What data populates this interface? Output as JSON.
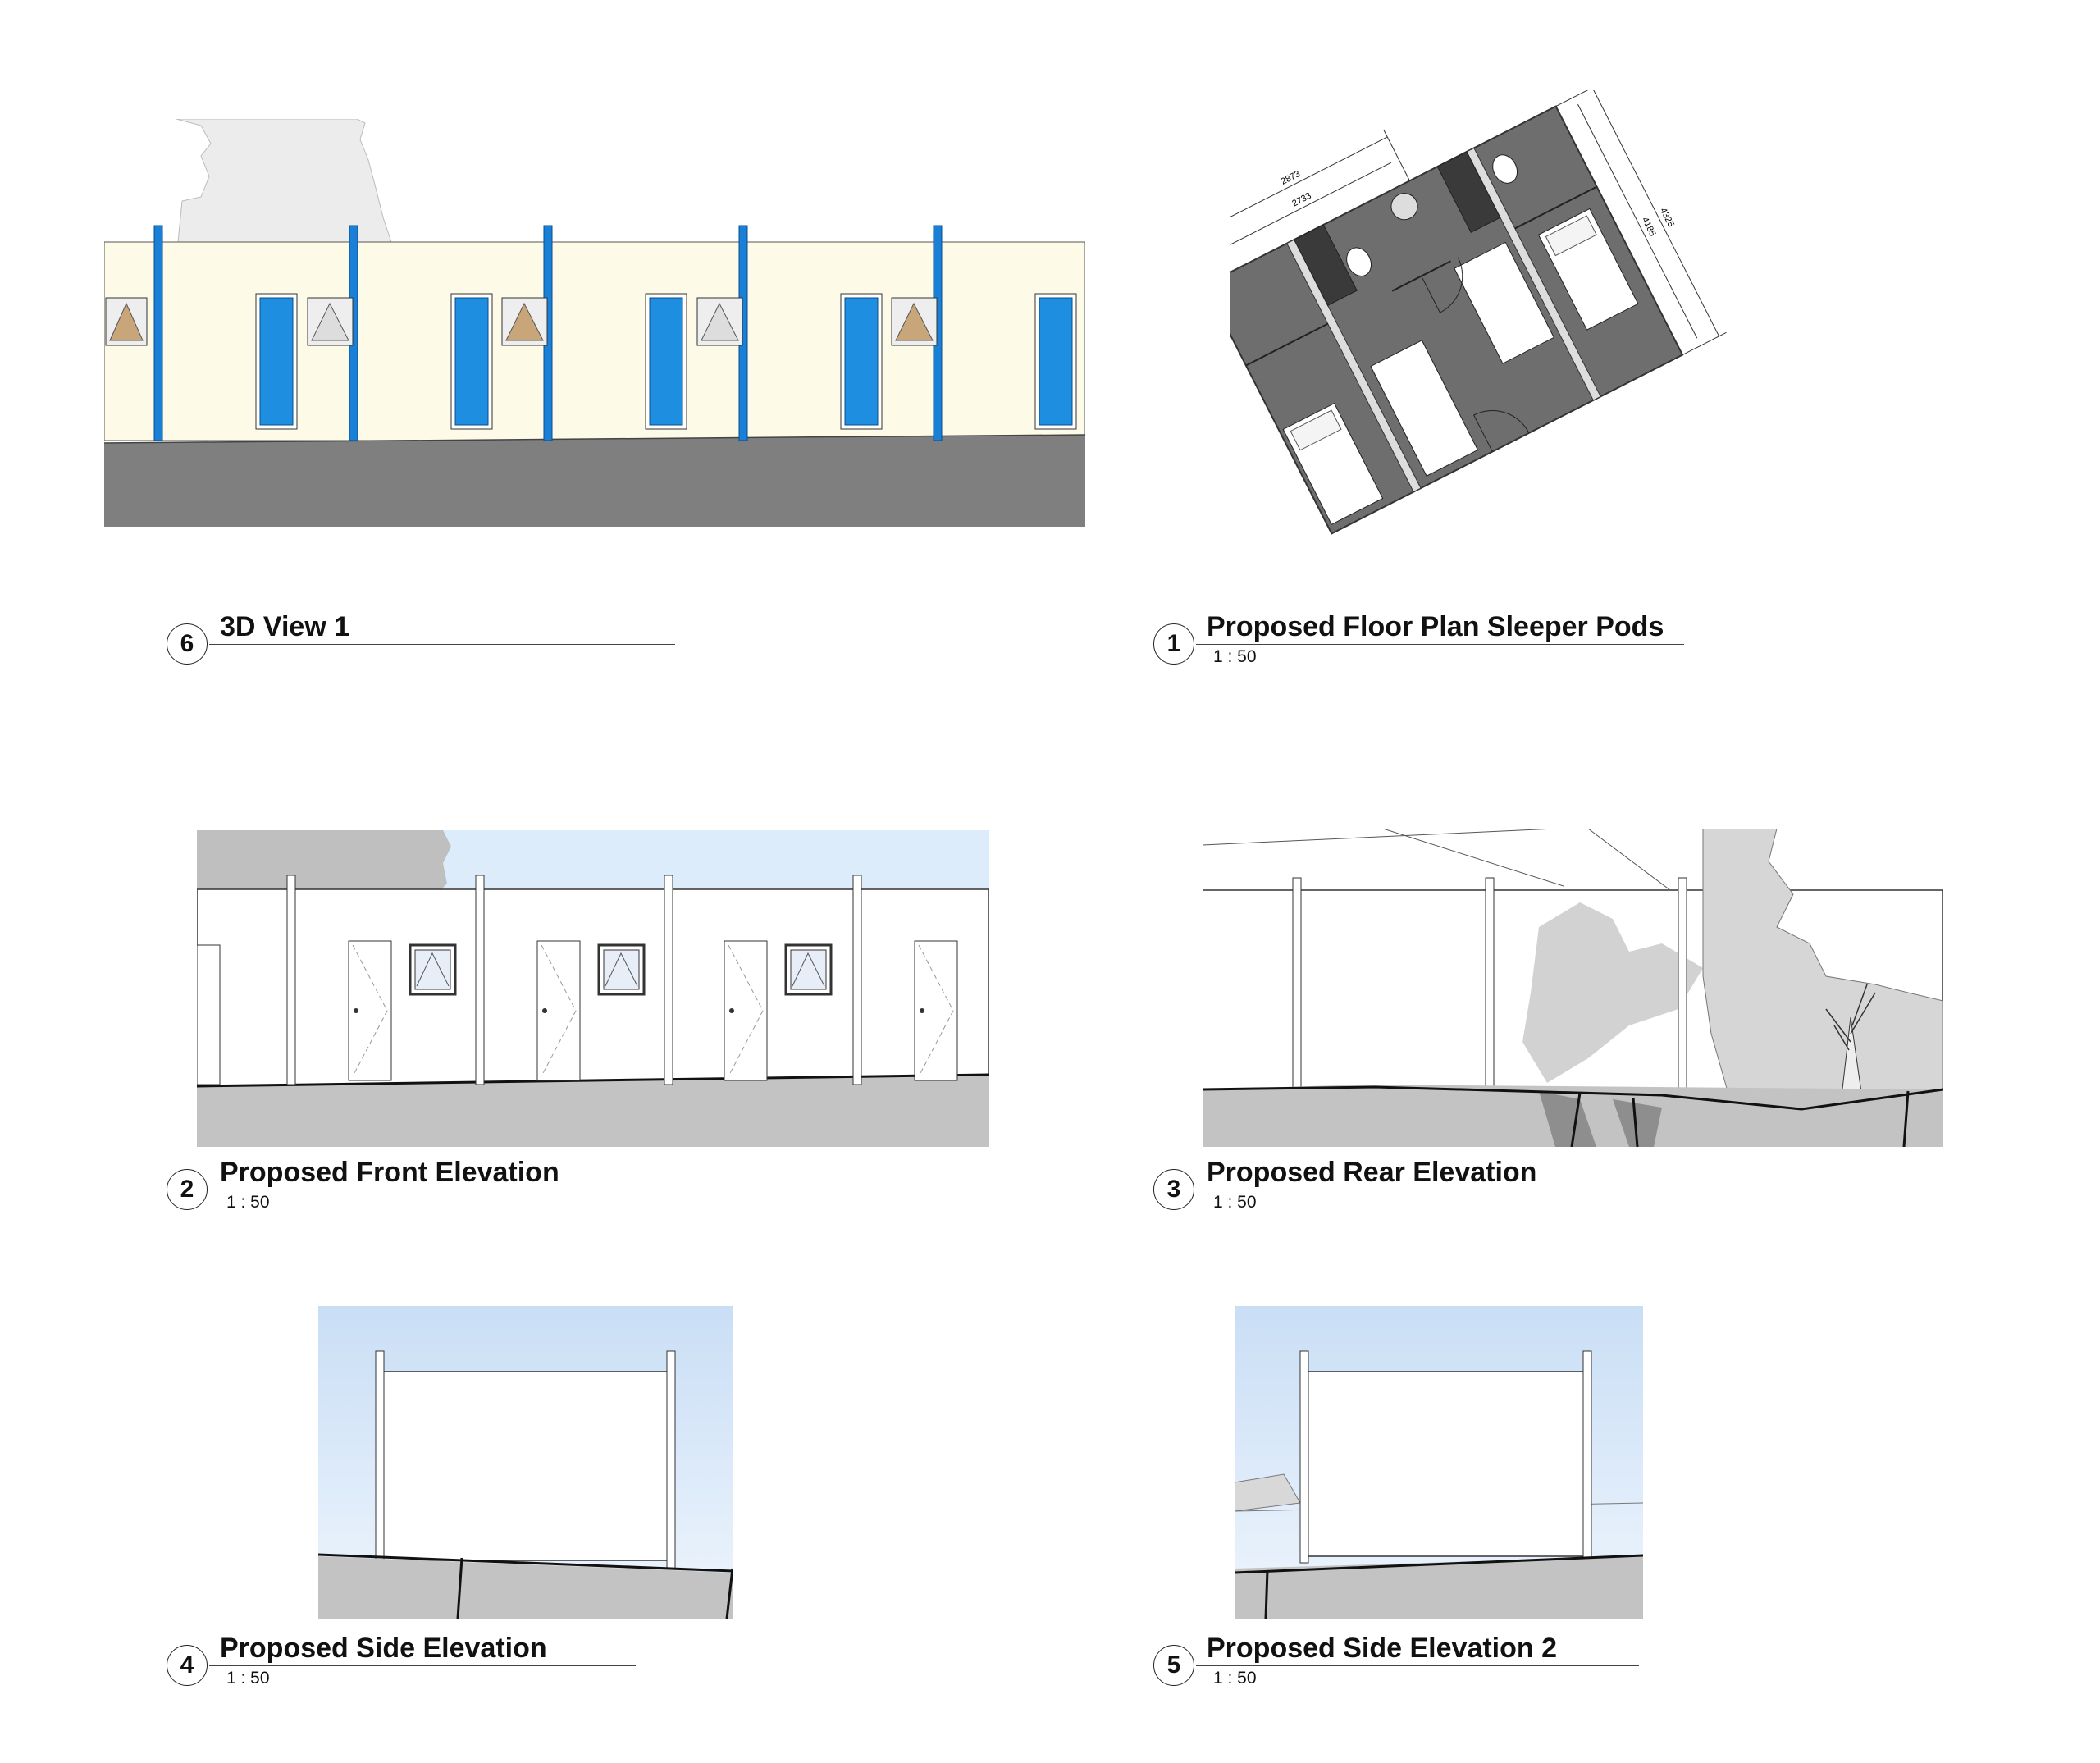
{
  "views": [
    {
      "id": "3d-view",
      "number": "6",
      "title": "3D View 1",
      "scale": ""
    },
    {
      "id": "floor-plan",
      "number": "1",
      "title": "Proposed Floor Plan Sleeper Pods",
      "scale": "1 : 50",
      "dimensions": {
        "outer_width": "2873",
        "inner_width": "2733",
        "outer_depth": "4325",
        "inner_depth": "4185"
      }
    },
    {
      "id": "front-elevation",
      "number": "2",
      "title": "Proposed Front Elevation",
      "scale": "1 : 50"
    },
    {
      "id": "rear-elevation",
      "number": "3",
      "title": "Proposed Rear Elevation",
      "scale": "1 : 50"
    },
    {
      "id": "side-elevation",
      "number": "4",
      "title": "Proposed Side Elevation",
      "scale": "1 : 50"
    },
    {
      "id": "side-elevation-2",
      "number": "5",
      "title": "Proposed Side Elevation 2",
      "scale": "1 : 50"
    }
  ],
  "colors": {
    "pod_wall": "#fdfbe8",
    "door_blue": "#1e8fe0",
    "post_blue": "#1a7fd6",
    "ground": "#7f7f7f",
    "plan_floor": "#6e6e6e",
    "sky": "#dcecfb"
  }
}
